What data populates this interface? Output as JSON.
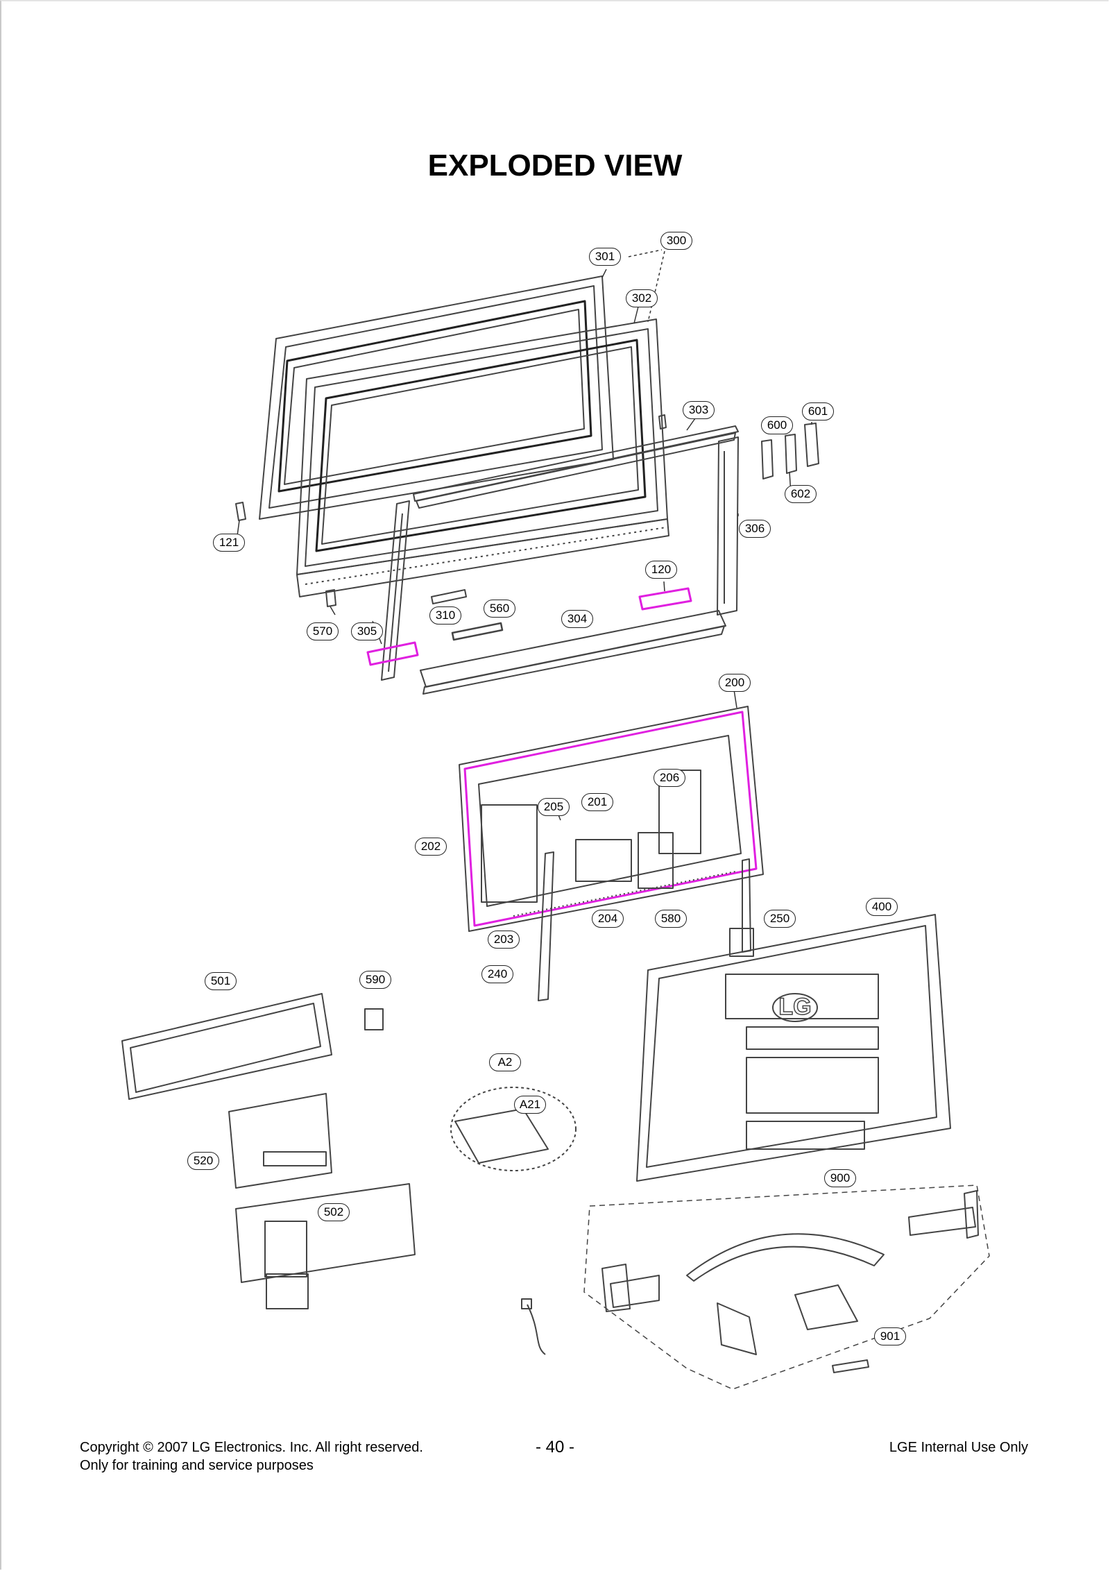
{
  "title": "EXPLODED VIEW",
  "colors": {
    "highlight": "#e020e0",
    "line": "#333333",
    "callout_fill": "#ffffff"
  },
  "callouts": [
    {
      "id": "c300",
      "label": "300"
    },
    {
      "id": "c301",
      "label": "301"
    },
    {
      "id": "c302",
      "label": "302"
    },
    {
      "id": "c303",
      "label": "303"
    },
    {
      "id": "c600",
      "label": "600"
    },
    {
      "id": "c601",
      "label": "601"
    },
    {
      "id": "c602",
      "label": "602"
    },
    {
      "id": "c306",
      "label": "306"
    },
    {
      "id": "c121",
      "label": "121"
    },
    {
      "id": "c120",
      "label": "120"
    },
    {
      "id": "c310",
      "label": "310"
    },
    {
      "id": "c560",
      "label": "560"
    },
    {
      "id": "c304",
      "label": "304"
    },
    {
      "id": "c570",
      "label": "570"
    },
    {
      "id": "c305",
      "label": "305"
    },
    {
      "id": "c200",
      "label": "200"
    },
    {
      "id": "c206",
      "label": "206"
    },
    {
      "id": "c205",
      "label": "205"
    },
    {
      "id": "c201",
      "label": "201"
    },
    {
      "id": "c202",
      "label": "202"
    },
    {
      "id": "c204",
      "label": "204"
    },
    {
      "id": "c580",
      "label": "580"
    },
    {
      "id": "c250",
      "label": "250"
    },
    {
      "id": "c400",
      "label": "400"
    },
    {
      "id": "c203",
      "label": "203"
    },
    {
      "id": "c240",
      "label": "240"
    },
    {
      "id": "c501",
      "label": "501"
    },
    {
      "id": "c590",
      "label": "590"
    },
    {
      "id": "cA2",
      "label": "A2"
    },
    {
      "id": "cA21",
      "label": "A21"
    },
    {
      "id": "c520",
      "label": "520"
    },
    {
      "id": "c900",
      "label": "900"
    },
    {
      "id": "c502",
      "label": "502"
    },
    {
      "id": "c901",
      "label": "901"
    }
  ],
  "logo_text": "LG",
  "footer": {
    "copyright": "Copyright © 2007 LG Electronics. Inc. All right reserved.",
    "purpose": "Only for training and service purposes",
    "page_number": "- 40 -",
    "usage": "LGE Internal Use Only"
  }
}
